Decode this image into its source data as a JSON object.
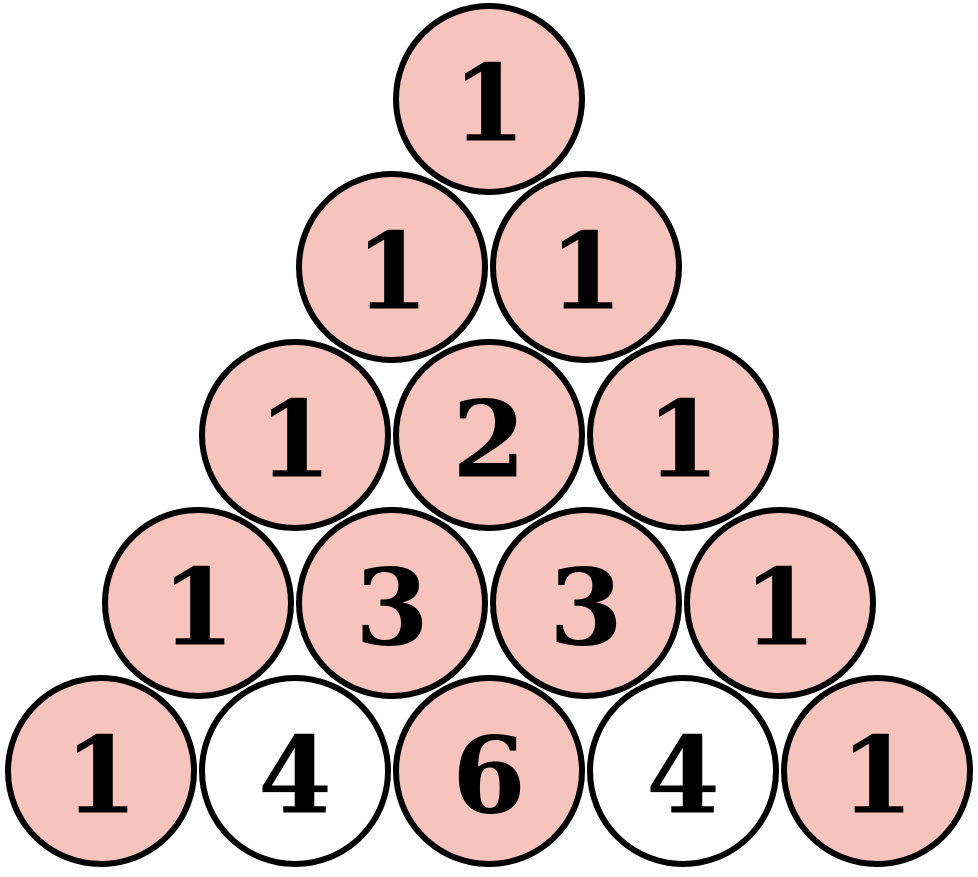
{
  "colors": {
    "highlight": "#f7c4bd",
    "plain": "#ffffff",
    "outline": "#000000",
    "text": "#000000"
  },
  "rows": [
    {
      "cells": [
        {
          "value": "1",
          "highlighted": true
        }
      ]
    },
    {
      "cells": [
        {
          "value": "1",
          "highlighted": true
        },
        {
          "value": "1",
          "highlighted": true
        }
      ]
    },
    {
      "cells": [
        {
          "value": "1",
          "highlighted": true
        },
        {
          "value": "2",
          "highlighted": true
        },
        {
          "value": "1",
          "highlighted": true
        }
      ]
    },
    {
      "cells": [
        {
          "value": "1",
          "highlighted": true
        },
        {
          "value": "3",
          "highlighted": true
        },
        {
          "value": "3",
          "highlighted": true
        },
        {
          "value": "1",
          "highlighted": true
        }
      ]
    },
    {
      "cells": [
        {
          "value": "1",
          "highlighted": true
        },
        {
          "value": "4",
          "highlighted": false
        },
        {
          "value": "6",
          "highlighted": true
        },
        {
          "value": "4",
          "highlighted": false
        },
        {
          "value": "1",
          "highlighted": true
        }
      ]
    }
  ]
}
